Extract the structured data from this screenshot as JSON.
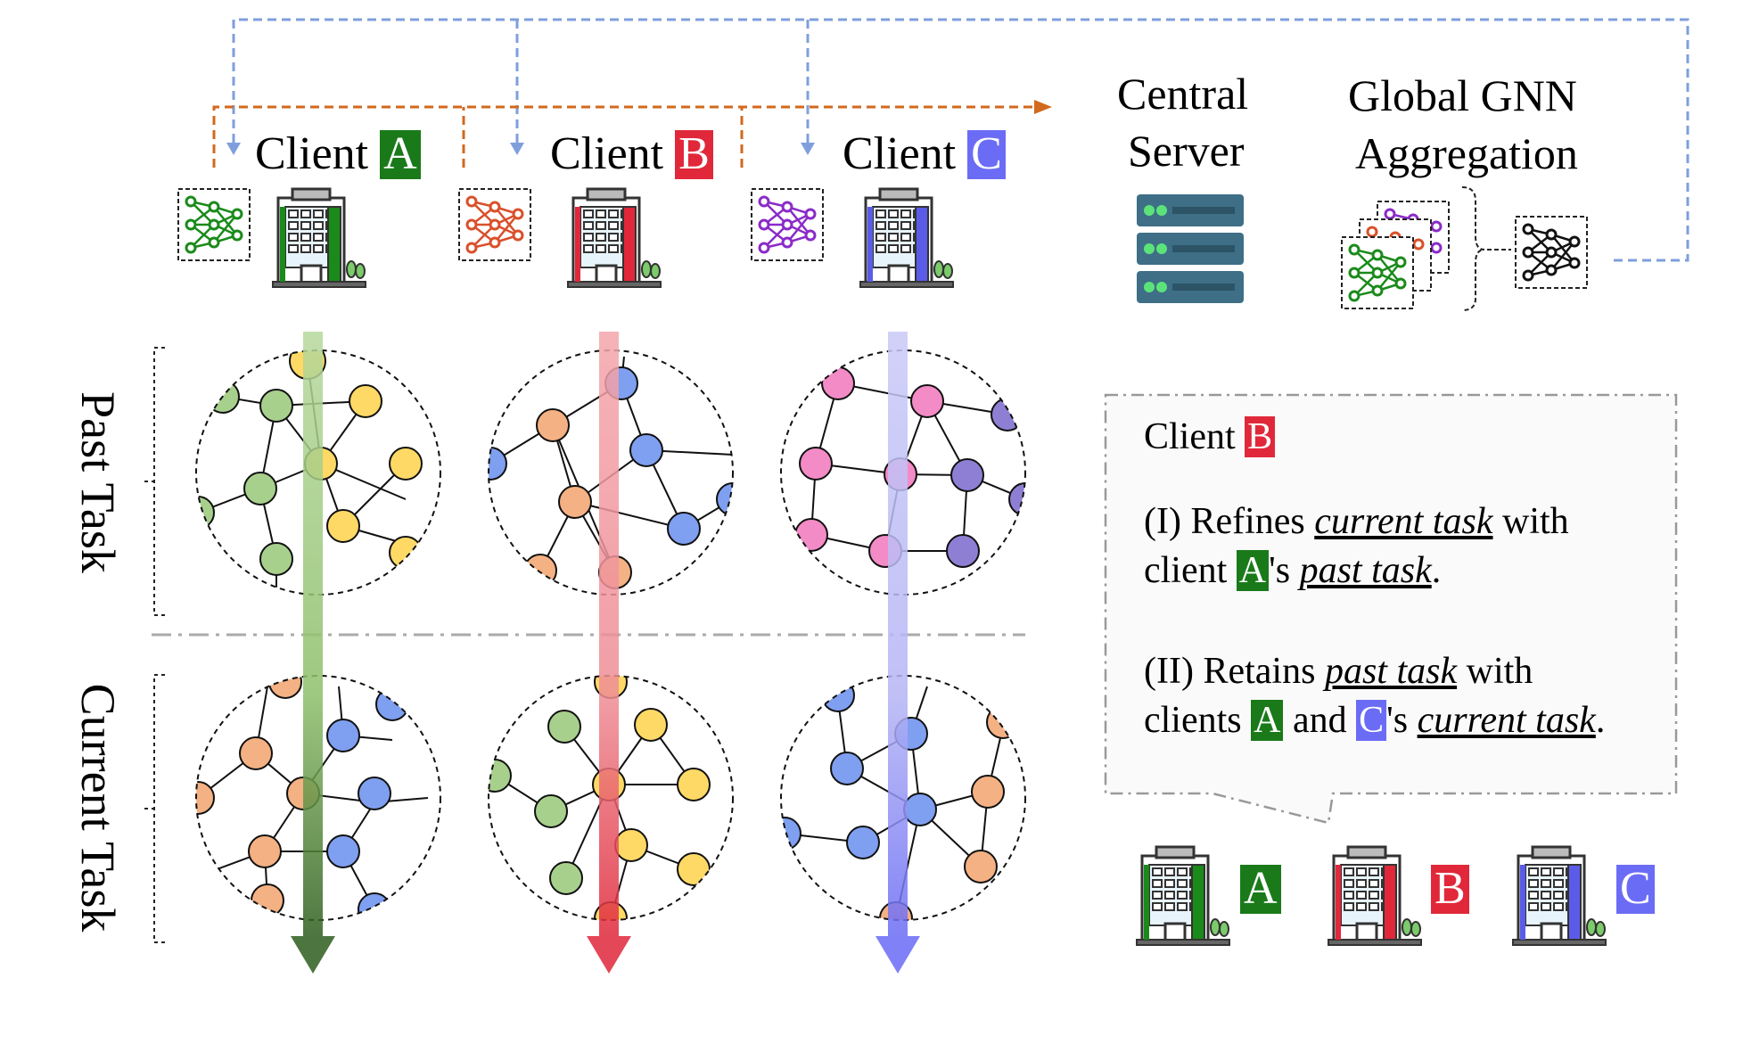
{
  "colors": {
    "client_a": "#1a7a1a",
    "client_b": "#e0283a",
    "client_c": "#6b6cf5",
    "server_arrow": "#d2691e",
    "feedback_arrow": "#7f9fdc",
    "node_green": "#a8d08d",
    "node_yellow": "#ffd966",
    "node_orange": "#f4b183",
    "node_blue": "#7f9ff0",
    "node_pink": "#f38bc6",
    "node_purple": "#8f7fd4"
  },
  "clients": [
    {
      "label": "Client",
      "badge": "A"
    },
    {
      "label": "Client",
      "badge": "B"
    },
    {
      "label": "Client",
      "badge": "C"
    }
  ],
  "server": {
    "line1": "Central",
    "line2": "Server"
  },
  "aggregation": {
    "line1": "Global GNN",
    "line2": "Aggregation"
  },
  "rows": {
    "past": "Past Task",
    "current": "Current Task"
  },
  "callout": {
    "client_label": "Client",
    "client_badge": "B",
    "l1_a": "(I) Refines ",
    "l1_b": "current task",
    "l1_c": " with",
    "l2_a": "client ",
    "l2_badge": "A",
    "l2_b": "'s ",
    "l2_c": "past task",
    "l2_d": ".",
    "l3_a": "(II) Retains ",
    "l3_b": "past task",
    "l3_c": " with",
    "l4_a": "clients ",
    "l4_badge1": "A",
    "l4_b": " and ",
    "l4_badge2": "C",
    "l4_c": "'s ",
    "l4_d": "current task",
    "l4_e": "."
  },
  "bottom_buildings": [
    {
      "badge": "A"
    },
    {
      "badge": "B"
    },
    {
      "badge": "C"
    }
  ],
  "icons": [
    "building-icon",
    "neural-net-icon",
    "server-icon"
  ]
}
